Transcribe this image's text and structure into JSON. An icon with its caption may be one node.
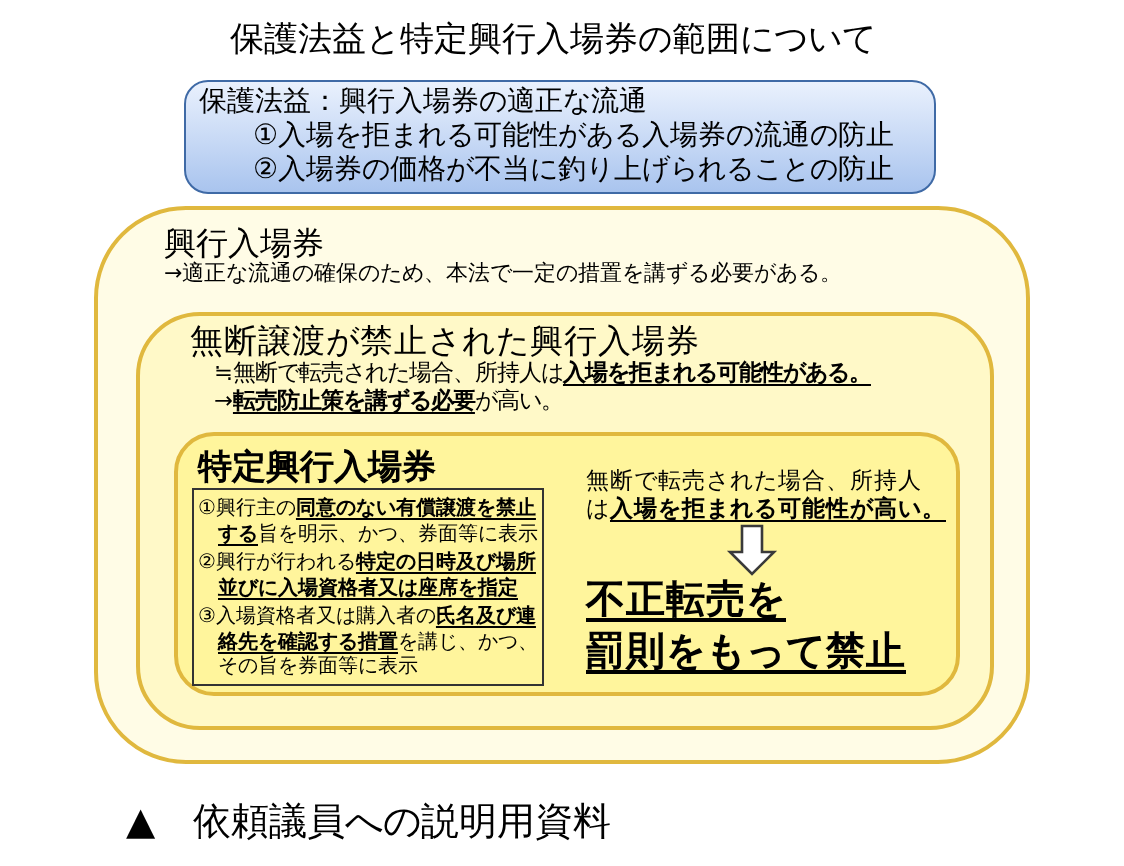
{
  "diagram": {
    "title": "保護法益と特定興行入場券の範囲について",
    "nodes": [
      {
        "text": [
          "保護法益：興行入場券の適正な流通",
          "①入場を拒まれる可能性がある入場券の流通の防止",
          "②入場券の価格が不当に釣り上げられることの防止"
        ]
      },
      {
        "text": [
          "興行入場券",
          "→適正な流通の確保のため、本法で一定の措置を講ずる必要がある。"
        ]
      },
      {
        "text": [
          "無断譲渡が禁止された興行入場券",
          "≒無断で転売された場合、所持人は**入場を拒まれる可能性がある。**",
          "→**転売防止策を講ずる必要**が高い。"
        ],
        "in": 1
      },
      {
        "text": [
          "特定興行入場券"
        ],
        "in": 2
      },
      {
        "text": [
          "①興行主の**同意のない有償譲渡を禁止する**旨を明示、かつ、券面等に表示",
          "②興行が行われる**特定の日時及び場所並びに入場資格者又は座席を指定**",
          "③入場資格者又は購入者の**氏名及び連絡先を確認する措置**を講じ、かつ、その旨を券面等に表示"
        ],
        "in": 3
      },
      {
        "text": [
          "無断で転売された場合、所持人は**入場を拒まれる可能性が高い。**"
        ],
        "in": 3
      },
      {
        "text": [
          "不正転売を罰則をもって禁止"
        ],
        "in": 3
      }
    ],
    "edges": [
      {
        "from": 5,
        "to": 6,
        "arrow": "to"
      }
    ],
    "caption": "▲　依頼議員への説明用資料"
  }
}
